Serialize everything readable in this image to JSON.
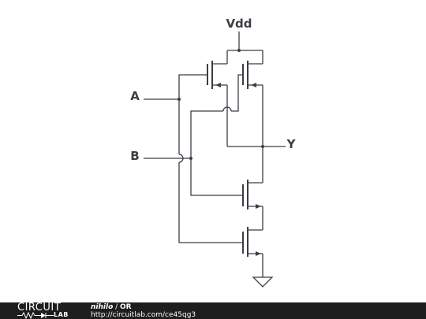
{
  "circuit": {
    "labels": {
      "vdd": "Vdd",
      "input_a": "A",
      "input_b": "B",
      "output_y": "Y"
    }
  },
  "footer": {
    "logo_top": "CIRCUIT",
    "logo_bottom": "LAB",
    "author": "nihilo",
    "separator": " / ",
    "title": "OR",
    "url": "http://circuitlab.com/ce45qg3"
  }
}
